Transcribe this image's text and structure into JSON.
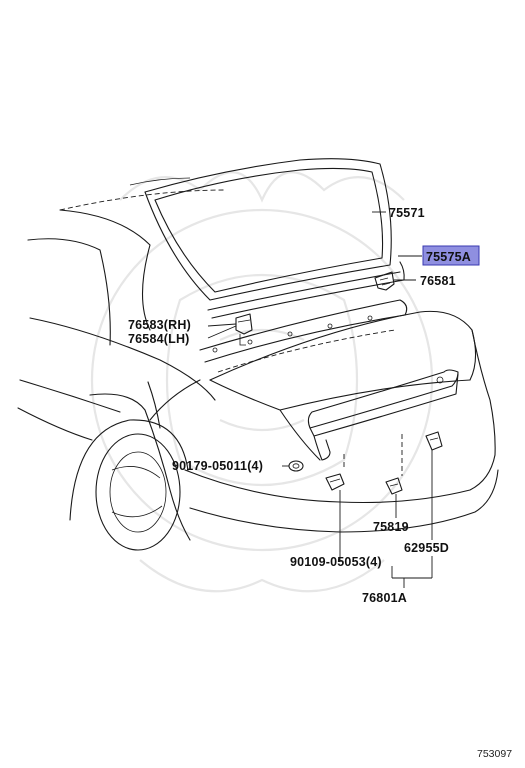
{
  "colors": {
    "highlight_fill": "#8f8fe0",
    "highlight_stroke": "#3a3ab0",
    "line": "#1a1a1a",
    "watermark": "#e6e6e6"
  },
  "parts": [
    {
      "id": "p75571",
      "label": "75571"
    },
    {
      "id": "p75575a",
      "label": "75575A",
      "highlighted": true
    },
    {
      "id": "p76581",
      "label": "76581"
    },
    {
      "id": "p76583",
      "label": "76583(RH)"
    },
    {
      "id": "p76584",
      "label": "76584(LH)"
    },
    {
      "id": "p90179",
      "label": "90179-05011(4)"
    },
    {
      "id": "p75819",
      "label": "75819"
    },
    {
      "id": "p62955d",
      "label": "62955D"
    },
    {
      "id": "p90109",
      "label": "90109-05053(4)"
    },
    {
      "id": "p76801a",
      "label": "76801A"
    }
  ],
  "diagram_id": "753097"
}
